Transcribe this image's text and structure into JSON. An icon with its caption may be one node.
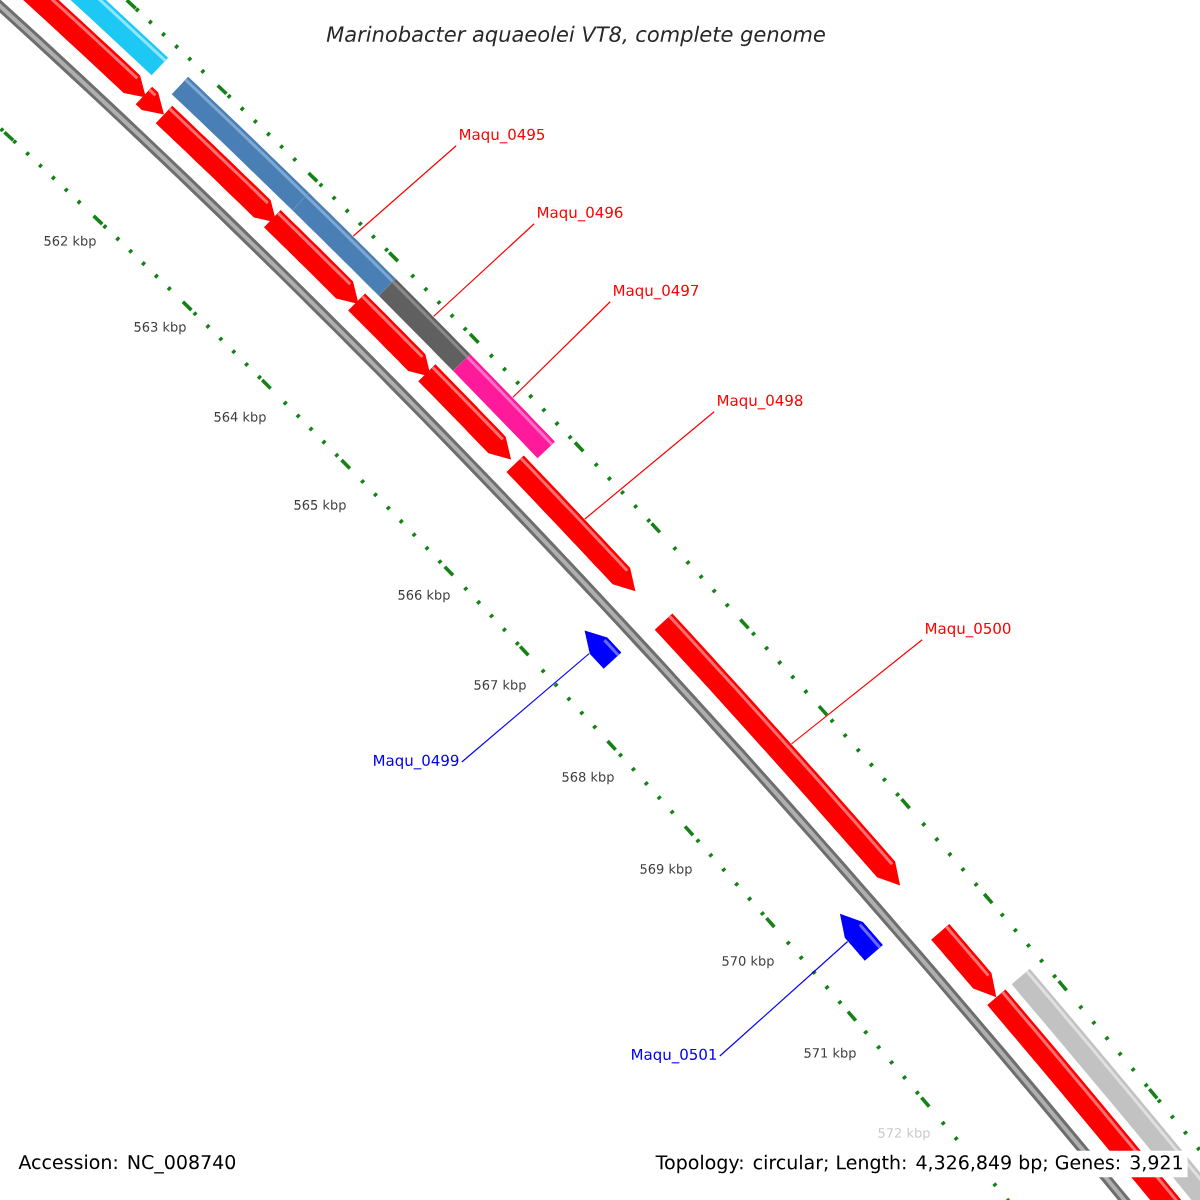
{
  "diagram": {
    "title": "Marinobacter aquaeolei VT8, complete genome",
    "nodes": [
      {
        "text": [
          "Maqu_0495"
        ]
      },
      {
        "text": [
          "Maqu_0496"
        ]
      },
      {
        "text": [
          "Maqu_0497"
        ]
      },
      {
        "text": [
          "Maqu_0498"
        ]
      },
      {
        "text": [
          "Maqu_0500"
        ]
      },
      {
        "text": [
          "Maqu_0499"
        ]
      },
      {
        "text": [
          "Maqu_0501"
        ]
      },
      {
        "text": [],
        "shape": "bar"
      },
      {
        "text": [],
        "shape": "bar"
      },
      {
        "text": [],
        "shape": "bar"
      },
      {
        "text": [],
        "shape": "bar"
      },
      {
        "text": [],
        "shape": "bar"
      },
      {
        "text": [],
        "shape": "bar"
      },
      {
        "text": [],
        "shape": "bar"
      }
    ],
    "edges": [
      {
        "from": 0,
        "to": 7,
        "arrow": "none"
      },
      {
        "from": 1,
        "to": 8,
        "arrow": "none"
      },
      {
        "from": 2,
        "to": 9,
        "arrow": "none"
      },
      {
        "from": 3,
        "to": 10,
        "arrow": "none"
      },
      {
        "from": 4,
        "to": 11,
        "arrow": "none"
      },
      {
        "from": 5,
        "to": 12,
        "arrow": "none",
        "color": "#0000ff"
      },
      {
        "from": 6,
        "to": 13,
        "arrow": "none",
        "color": "#0000ff"
      }
    ],
    "labels": [
      "562 kbp",
      "563 kbp",
      "564 kbp",
      "565 kbp",
      "566 kbp",
      "567 kbp",
      "568 kbp",
      "569 kbp",
      "570 kbp",
      "571 kbp",
      "572 kbp",
      "Accession: NC_008740",
      "Topology: circular; Length: 4,326,849 bp; Genes: 3,921"
    ]
  }
}
